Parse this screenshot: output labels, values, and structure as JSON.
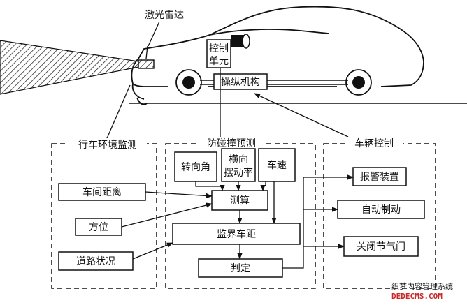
{
  "car": {
    "lidar": "激光雷达",
    "control_unit_line1": "控制",
    "control_unit_line2": "单元",
    "actuator": "操纵机构"
  },
  "groups": {
    "env": "行车环境监测",
    "collision": "防碰撞预测",
    "vehicle": "车辆控制"
  },
  "env_items": {
    "distance": "车间距离",
    "direction": "方位",
    "road": "道路状况"
  },
  "collision_items": {
    "steer": "转向角",
    "yaw_line1": "横向",
    "yaw_line2": "摆动率",
    "speed": "车速",
    "calc": "测算",
    "critical": "监界车距",
    "judge": "判定"
  },
  "vehicle_items": {
    "alarm": "报警装置",
    "brake": "自动制动",
    "throttle": "关闭节气门"
  },
  "watermark": {
    "line1": "织梦内容管理系统",
    "line2": "DEDECMS.COM"
  }
}
